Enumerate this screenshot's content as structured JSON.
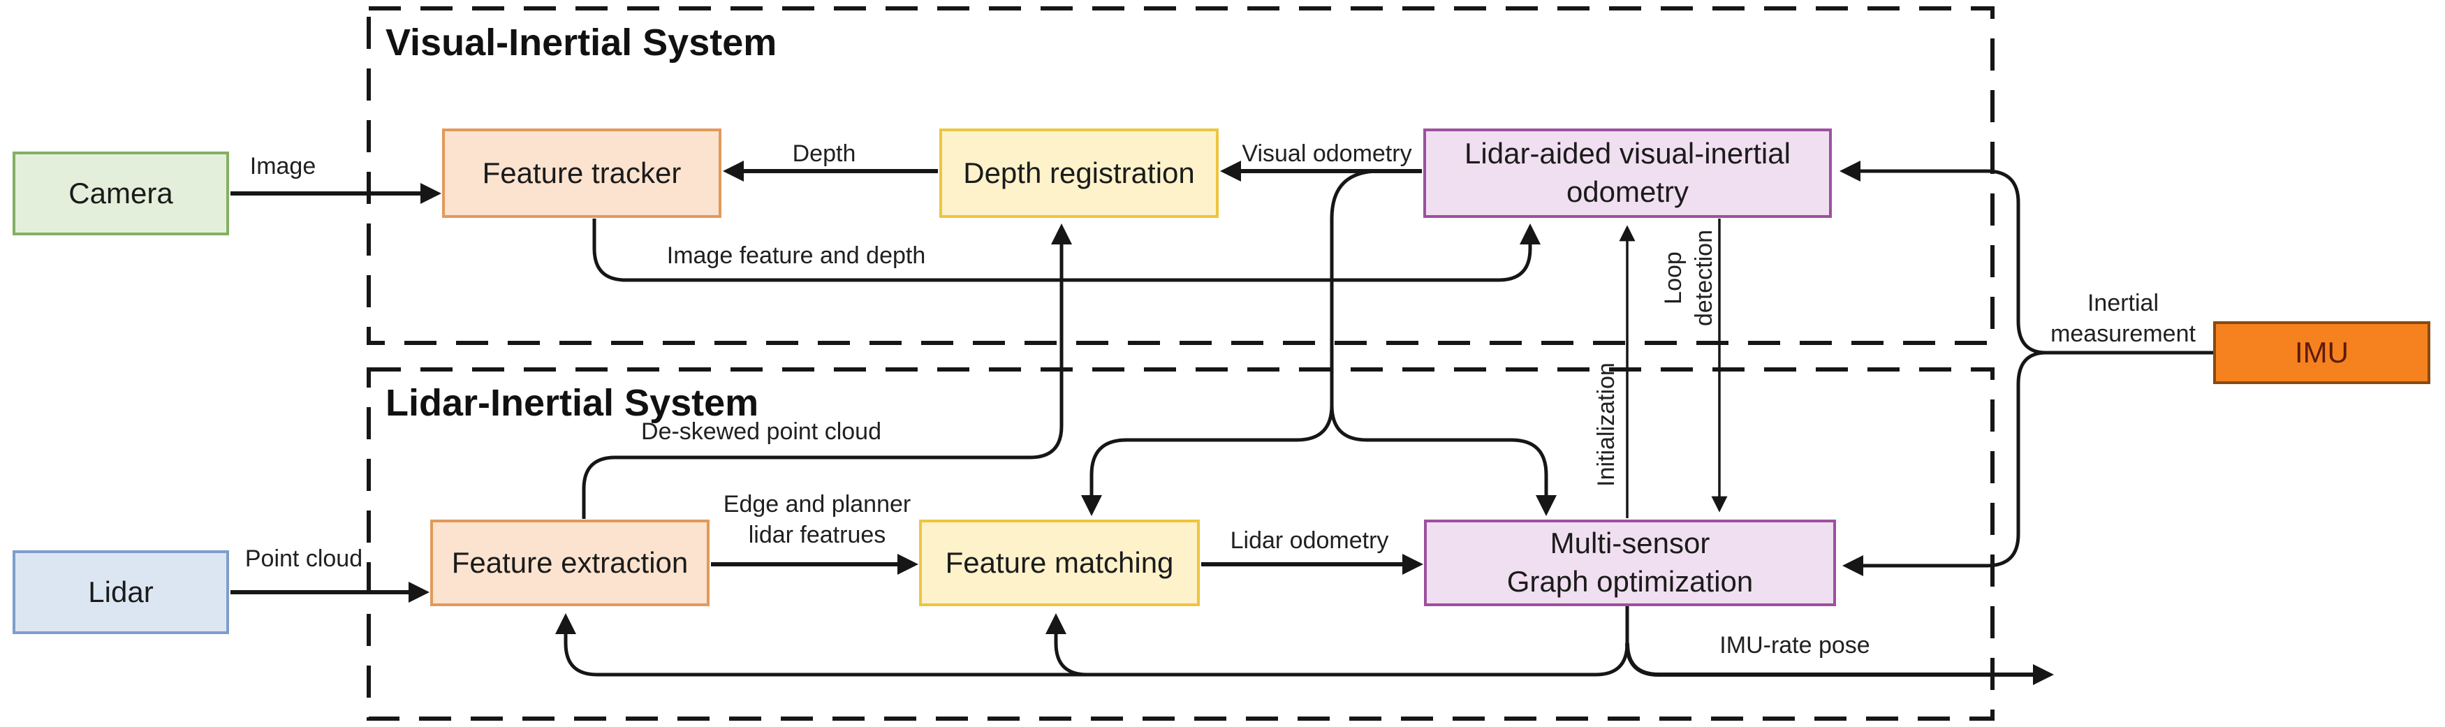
{
  "figure": {
    "type": "block-diagram",
    "subject": "Lidar-Visual-Inertial odometry system architecture"
  },
  "containers": {
    "vis": {
      "title": "Visual-Inertial System"
    },
    "lis": {
      "title": "Lidar-Inertial System"
    }
  },
  "nodes": {
    "camera": {
      "label": "Camera"
    },
    "lidar": {
      "label": "Lidar"
    },
    "imu": {
      "label": "IMU"
    },
    "feature_tracker": {
      "label": "Feature tracker"
    },
    "depth_registration": {
      "label": "Depth registration"
    },
    "vio": {
      "label": "Lidar-aided visual-inertial\nodometry"
    },
    "feature_extraction": {
      "label": "Feature extraction"
    },
    "feature_matching": {
      "label": "Feature matching"
    },
    "multi_sensor": {
      "label": "Multi-sensor\nGraph optimization"
    }
  },
  "edge_labels": {
    "image": "Image",
    "point_cloud": "Point cloud",
    "depth": "Depth",
    "visual_odometry": "Visual odometry",
    "image_feature": "Image feature and depth",
    "de_skewed": "De-skewed point cloud",
    "edge_planner": "Edge and planner\nlidar featrues",
    "lidar_odometry": "Lidar odometry",
    "loop_detection": "Loop\ndetection",
    "initialization": "Initialization",
    "inertial": "Inertial\nmeasurement",
    "imu_rate": "IMU-rate pose"
  },
  "colors": {
    "line": "#161616",
    "text": "#1b1b1b",
    "camera_fill": "#e3efda",
    "camera_stroke": "#84af63",
    "lidar_fill": "#dce6f3",
    "lidar_stroke": "#7e9dcb",
    "imu_fill": "#f5821e",
    "imu_stroke": "#8a4a12",
    "imu_text": "#5e1b0e",
    "peach_fill": "#fbe3cf",
    "peach_stroke": "#e09a5a",
    "yellow_fill": "#fef2cb",
    "yellow_stroke": "#edc53f",
    "purple_fill": "#f0dff0",
    "purple_stroke": "#9d50a0"
  }
}
